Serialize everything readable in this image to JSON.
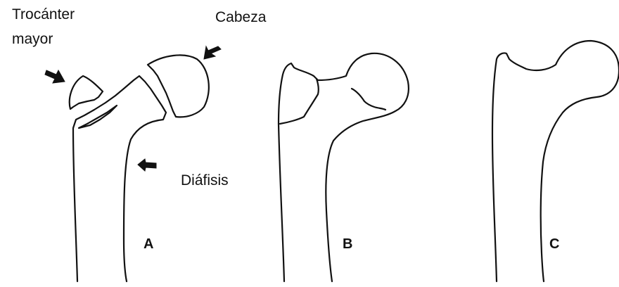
{
  "labels": {
    "trochanter_line1": "Trocánter",
    "trochanter_line2": "mayor",
    "head": "Cabeza",
    "shaft": "Diáfisis",
    "panel_a": "A",
    "panel_b": "B",
    "panel_c": "C"
  },
  "colors": {
    "ink": "#111111",
    "background": "#ffffff"
  }
}
